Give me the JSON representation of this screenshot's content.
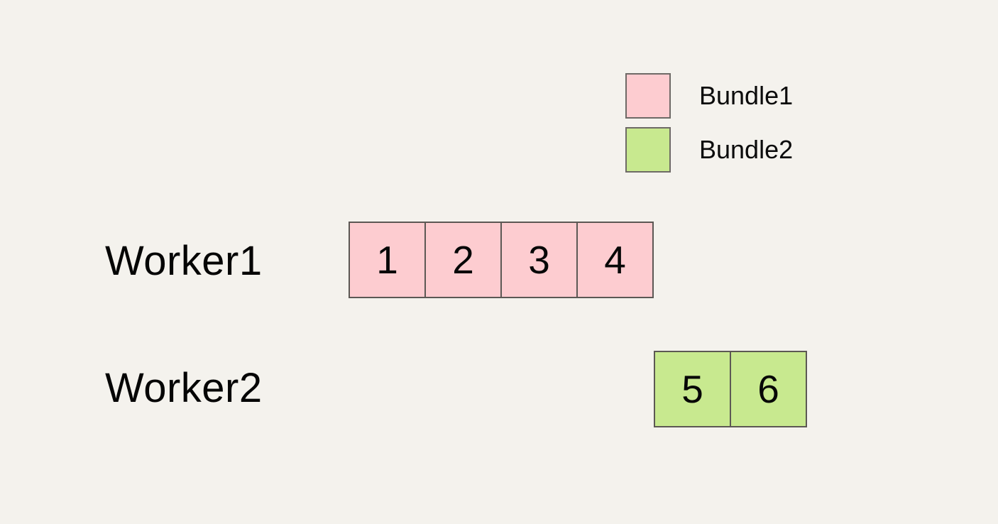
{
  "background_color": "#f4f2ed",
  "legend": {
    "items": [
      {
        "label": "Bundle1",
        "color": "#fdccd0"
      },
      {
        "label": "Bundle2",
        "color": "#c8e98f"
      }
    ]
  },
  "workers": [
    {
      "label": "Worker1",
      "bundle": "Bundle1",
      "color": "#fdccd0",
      "cells": [
        "1",
        "2",
        "3",
        "4"
      ]
    },
    {
      "label": "Worker2",
      "bundle": "Bundle2",
      "color": "#c8e98f",
      "cells": [
        "5",
        "6"
      ]
    }
  ]
}
